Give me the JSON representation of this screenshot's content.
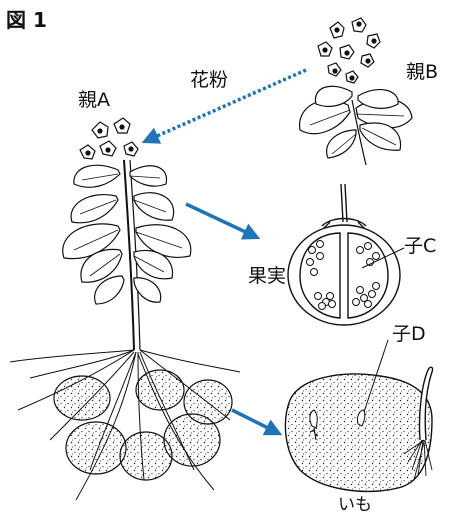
{
  "figure": {
    "title": "図 1"
  },
  "labels": {
    "parent_a": "親A",
    "parent_b": "親B",
    "pollen": "花粉",
    "fruit": "果実",
    "child_c": "子C",
    "child_d": "子D",
    "tuber": "いも"
  },
  "colors": {
    "arrow": "#1f74b8",
    "line": "#111111",
    "fill": "#ffffff"
  }
}
